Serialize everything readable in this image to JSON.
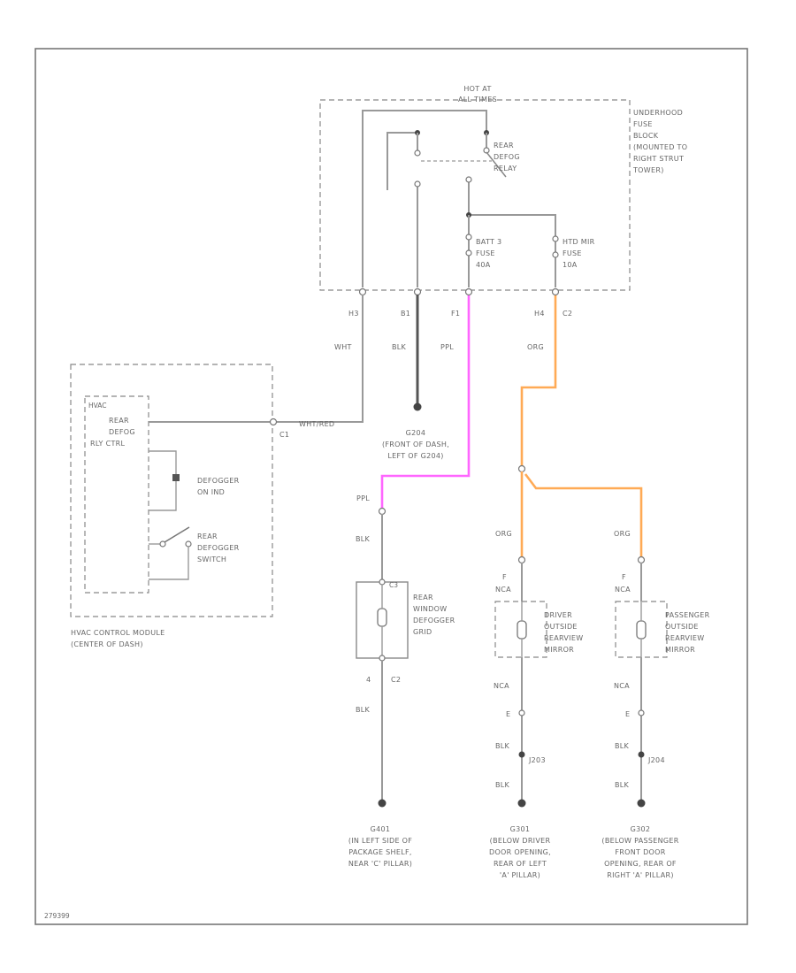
{
  "colors": {
    "frame": "#888888",
    "wire_grey": "#999999",
    "wire_black": "#555555",
    "wire_purple": "#ff66ff",
    "wire_orange": "#ffaa55"
  },
  "fuse_block": {
    "hot_at_line1": "HOT AT",
    "hot_at_line2": "ALL TIMES",
    "name_lines": [
      "UNDERHOOD",
      "FUSE",
      "BLOCK",
      "(MOUNTED TO",
      "RIGHT STRUT",
      "TOWER)"
    ],
    "relay_lines": [
      "REAR",
      "DEFOG",
      "RELAY"
    ],
    "fuse1_lines": [
      "BATT 3",
      "FUSE",
      "40A"
    ],
    "fuse2_lines": [
      "HTD MIR",
      "FUSE",
      "10A"
    ],
    "pins": [
      "H3",
      "B1",
      "F1",
      "H4",
      "C2"
    ]
  },
  "wires": {
    "wht": "WHT",
    "blk_top": "BLK",
    "ppl_top": "PPL",
    "org_top": "ORG",
    "wht_red": "WHT/RED",
    "ppl_mid": "PPL",
    "blk_grid_top": "BLK",
    "blk_grid_bottom": "BLK",
    "org_left": "ORG",
    "org_right": "ORG",
    "nca_1": "NCA",
    "nca_2": "NCA",
    "nca_3": "NCA",
    "nca_4": "NCA",
    "blk_l1": "BLK",
    "blk_l2": "BLK",
    "blk_r1": "BLK",
    "blk_r2": "BLK"
  },
  "ground_g204": [
    "G204",
    "(FRONT OF DASH,",
    "LEFT OF G204)"
  ],
  "hvac": {
    "module_label": "HVAC",
    "ctrl_lines": [
      "REAR",
      "DEFOG",
      "RLY CTRL"
    ],
    "pin": "C1",
    "indicator_lines": [
      "DEFOGGER",
      "ON IND"
    ],
    "switch_lines": [
      "REAR",
      "DEFOGGER",
      "SWITCH"
    ],
    "name_lines": [
      "HVAC CONTROL MODULE",
      "(CENTER OF DASH)"
    ]
  },
  "grid": {
    "pin_top": "C3",
    "name_lines": [
      "REAR",
      "WINDOW",
      "DEFOGGER",
      "GRID"
    ],
    "pin_bottom": "C2",
    "pin_bottom_num": "4"
  },
  "mirror_driver": {
    "pin_top": "F",
    "name_lines": [
      "DRIVER",
      "OUTSIDE",
      "REARVIEW",
      "MIRROR"
    ],
    "pin_bottom": "E",
    "splice": "J203"
  },
  "mirror_passenger": {
    "pin_top": "F",
    "name_lines": [
      "PASSENGER",
      "OUTSIDE",
      "REARVIEW",
      "MIRROR"
    ],
    "pin_bottom": "E",
    "splice": "J204"
  },
  "grounds": {
    "g401": [
      "G401",
      "(IN LEFT SIDE OF",
      "PACKAGE SHELF,",
      "NEAR 'C' PILLAR)"
    ],
    "g301": [
      "G301",
      "(BELOW DRIVER",
      "DOOR OPENING,",
      "REAR OF LEFT",
      "'A' PILLAR)"
    ],
    "g302": [
      "G302",
      "(BELOW PASSENGER",
      "FRONT DOOR",
      "OPENING, REAR OF",
      "RIGHT 'A' PILLAR)"
    ]
  },
  "footer_code": "279399"
}
